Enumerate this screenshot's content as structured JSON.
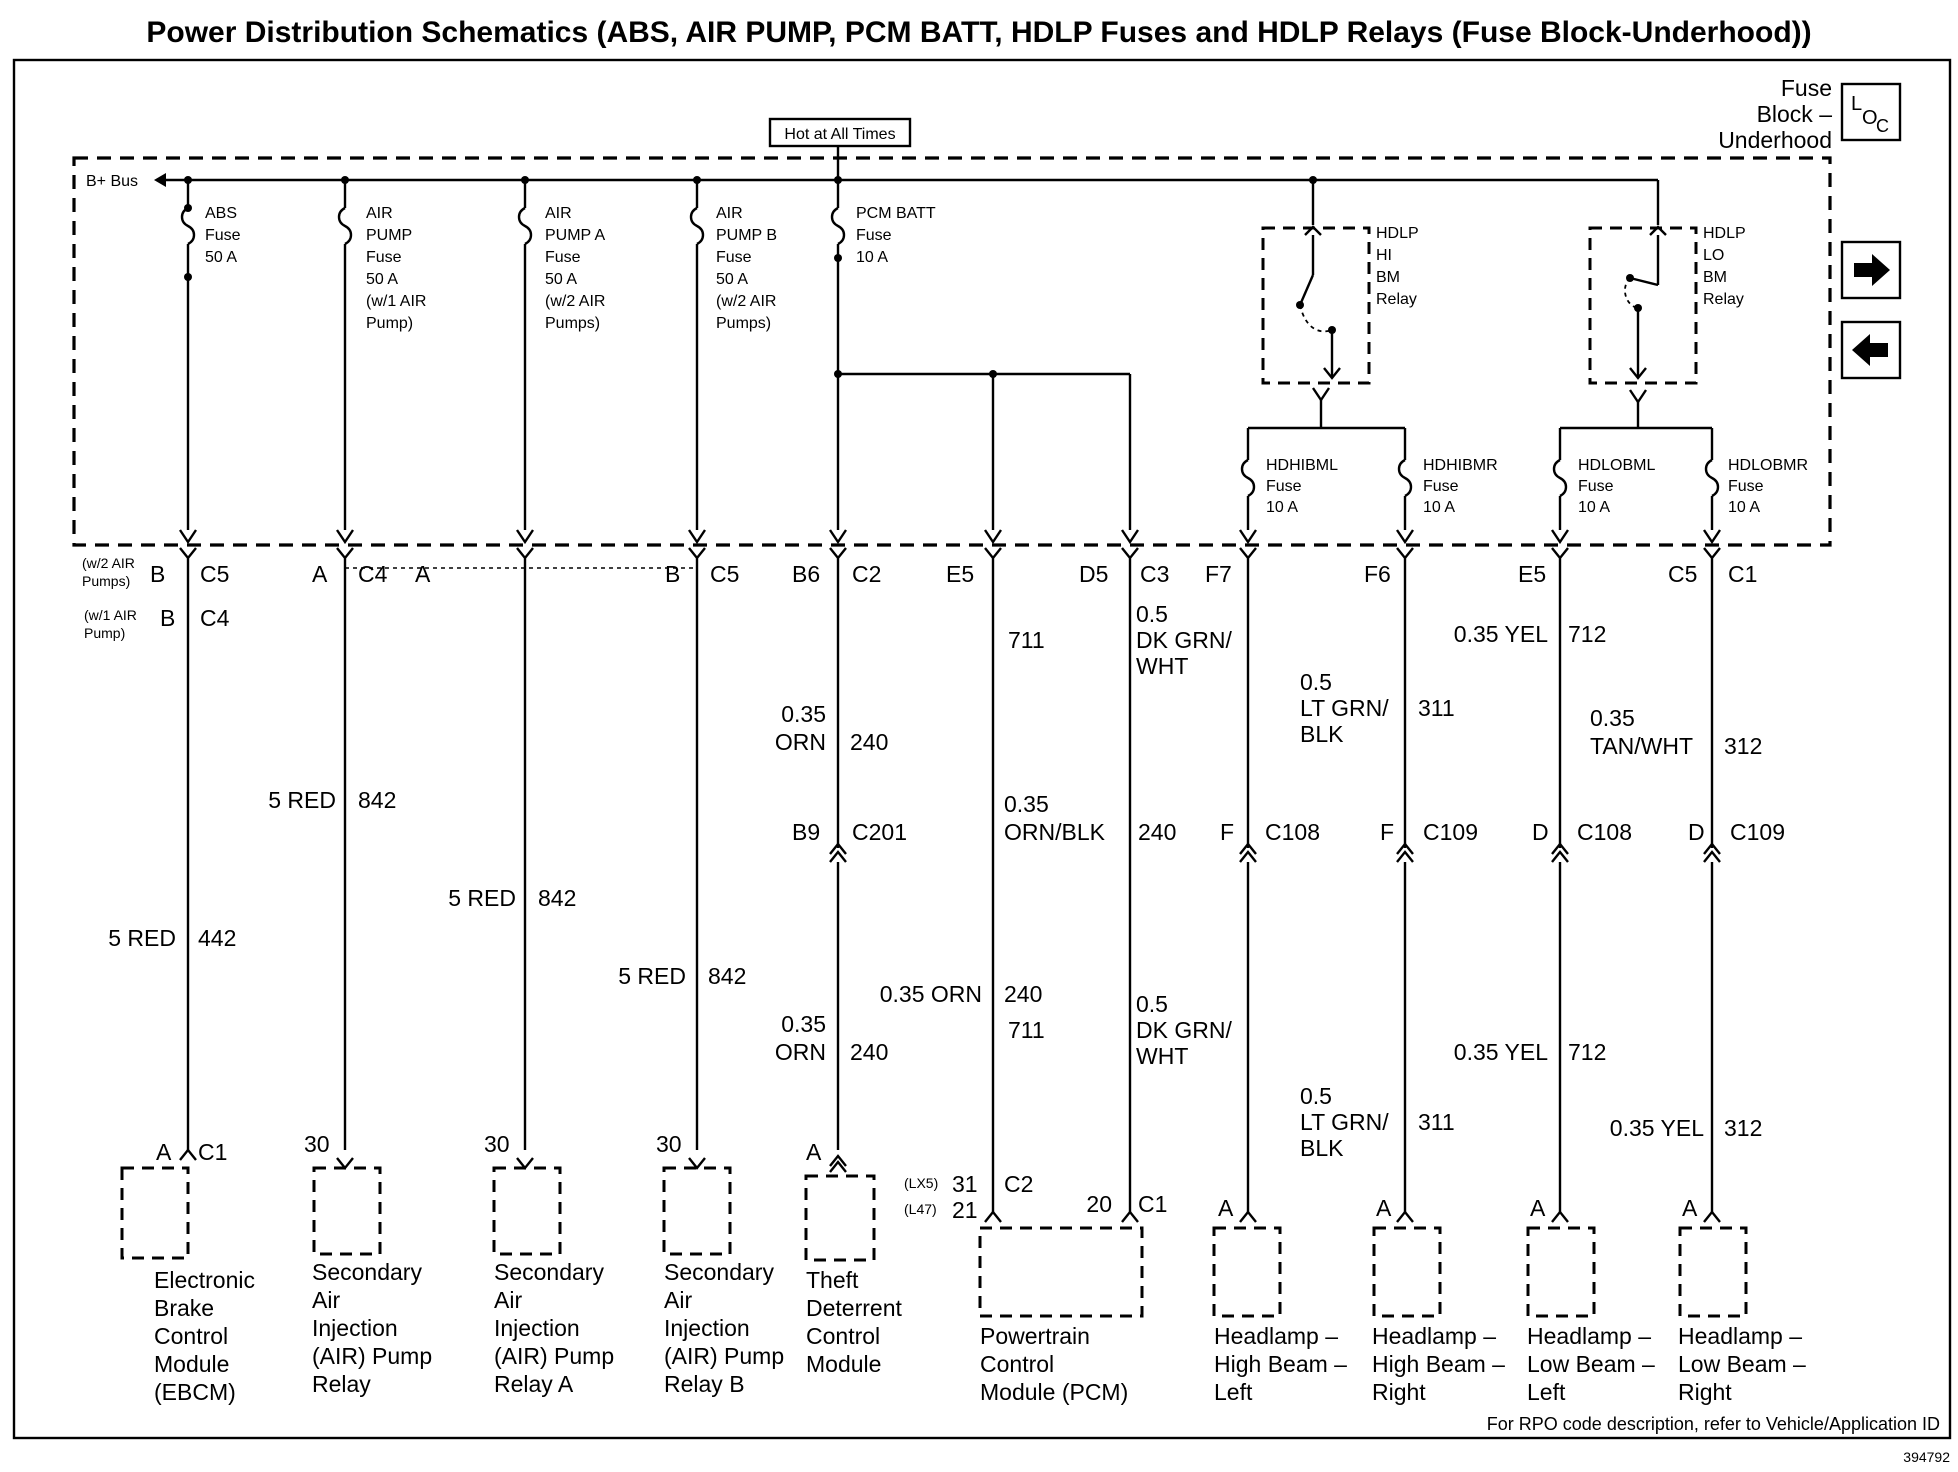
{
  "title": "Power Distribution Schematics (ABS, AIR PUMP, PCM BATT, HDLP Fuses and HDLP Relays (Fuse Block-Underhood))",
  "loc_box": {
    "lines": [
      "Fuse",
      "Block –",
      "Underhood"
    ],
    "icon_l": "L",
    "icon_o": "O",
    "icon_c": "C"
  },
  "hot_label": "Hot at All Times",
  "bus_label": "B+ Bus",
  "fuses": [
    {
      "lines": [
        "ABS",
        "Fuse",
        "50 A"
      ]
    },
    {
      "lines": [
        "AIR",
        "PUMP",
        "Fuse",
        "50 A",
        "(w/1 AIR",
        "Pump)"
      ]
    },
    {
      "lines": [
        "AIR",
        "PUMP A",
        "Fuse",
        "50 A",
        "(w/2 AIR",
        "Pumps)"
      ]
    },
    {
      "lines": [
        "AIR",
        "PUMP B",
        "Fuse",
        "50 A",
        "(w/2 AIR",
        "Pumps)"
      ]
    },
    {
      "lines": [
        "PCM BATT",
        "Fuse",
        "10 A"
      ]
    }
  ],
  "relays": [
    {
      "lines": [
        "HDLP",
        "HI",
        "BM",
        "Relay"
      ]
    },
    {
      "lines": [
        "HDLP",
        "LO",
        "BM",
        "Relay"
      ]
    }
  ],
  "hdlp_fuses": [
    {
      "lines": [
        "HDHIBML",
        "Fuse",
        "10 A"
      ]
    },
    {
      "lines": [
        "HDHIBMR",
        "Fuse",
        "10 A"
      ]
    },
    {
      "lines": [
        "HDLOBML",
        "Fuse",
        "10 A"
      ]
    },
    {
      "lines": [
        "HDLOBMR",
        "Fuse",
        "10 A"
      ]
    }
  ],
  "labels": {
    "w2air_top": [
      "(w/2 AIR",
      "Pumps)"
    ],
    "w1air_top": [
      "(w/1 AIR",
      "Pump)"
    ],
    "c1_b": "B",
    "c1_c5": "C5",
    "c1_b2": "B",
    "c1_c4": "C4",
    "c2_a": "A",
    "c2_c4": "C4",
    "c2_a2": "A",
    "c4_b": "B",
    "c4_c5": "C5",
    "c5_b6": "B6",
    "c5_c2": "C2",
    "c6_e5": "E5",
    "c7_d5": "D5",
    "c7_c3": "C3",
    "c8_f7": "F7",
    "c9_f6": "F6",
    "c10_e5": "E5",
    "c11_c5": "C5",
    "c11_c1": "C1",
    "w711_size": [
      "0.5",
      "DK GRN/",
      "WHT"
    ],
    "w711_num": "711",
    "w311_size": [
      "0.5",
      "LT GRN/",
      "BLK"
    ],
    "w311_num": "311",
    "w712_size": "0.35 YEL",
    "w712_num": "712",
    "w312_size": [
      "0.35",
      "TAN/WHT"
    ],
    "w312_num": "312",
    "w240a_size": [
      "0.35",
      "ORN"
    ],
    "w240a_num": "240",
    "w842a_size": "5 RED",
    "w842a_num": "842",
    "w240b_size": [
      "0.35",
      "ORN/BLK"
    ],
    "w240b_num": "240",
    "b9": "B9",
    "c201": "C201",
    "f1": "F",
    "c108a": "C108",
    "f2": "F",
    "c109a": "C109",
    "d1": "D",
    "c108b": "C108",
    "d2": "D",
    "c109b": "C109",
    "w842b_size": "5 RED",
    "w842b_num": "842",
    "w442_size": "5 RED",
    "w442_num": "442",
    "w842c_size": "5 RED",
    "w842c_num": "842",
    "w240c_size": "0.35 ORN",
    "w240c_num": "240",
    "w711b_size": [
      "0.5",
      "DK GRN/",
      "WHT"
    ],
    "w711b_num": "711",
    "w240d_size": [
      "0.35",
      "ORN"
    ],
    "w240d_num": "240",
    "w712b_size": "0.35 YEL",
    "w712b_num": "712",
    "w311b_size": [
      "0.5",
      "LT GRN/",
      "BLK"
    ],
    "w311b_num": "311",
    "w312b_size": "0.35 YEL",
    "w312b_num": "312",
    "m1_a": "A",
    "m1_c1": "C1",
    "m2_30": "30",
    "m3_30": "30",
    "m4_30": "30",
    "m5_a": "A",
    "lx5": "(LX5)",
    "lx5_pin": "31",
    "l47": "(L47)",
    "l47_pin": "21",
    "pcm_c2": "C2",
    "pcm_20": "20",
    "pcm_c1": "C1",
    "h1_a": "A",
    "h2_a": "A",
    "h3_a": "A",
    "h4_a": "A"
  },
  "components": [
    {
      "lines": [
        "Electronic",
        "Brake",
        "Control",
        "Module",
        "(EBCM)"
      ]
    },
    {
      "lines": [
        "Secondary",
        "Air",
        "Injection",
        "(AIR) Pump",
        "Relay"
      ]
    },
    {
      "lines": [
        "Secondary",
        "Air",
        "Injection",
        "(AIR) Pump",
        "Relay A"
      ]
    },
    {
      "lines": [
        "Secondary",
        "Air",
        "Injection",
        "(AIR) Pump",
        "Relay B"
      ]
    },
    {
      "lines": [
        "Theft",
        "Deterrent",
        "Control",
        "Module"
      ]
    },
    {
      "lines": [
        "Powertrain",
        "Control",
        "Module (PCM)"
      ]
    },
    {
      "lines": [
        "Headlamp –",
        "High Beam –",
        "Left"
      ]
    },
    {
      "lines": [
        "Headlamp –",
        "High Beam –",
        "Right"
      ]
    },
    {
      "lines": [
        "Headlamp –",
        "Low Beam –",
        "Left"
      ]
    },
    {
      "lines": [
        "Headlamp –",
        "Low Beam –",
        "Right"
      ]
    }
  ],
  "footer_note": "For RPO code description, refer to Vehicle/Application ID",
  "figure_id": "394792",
  "nav": {
    "next_icon": "arrow-right-icon",
    "prev_icon": "arrow-left-icon"
  }
}
